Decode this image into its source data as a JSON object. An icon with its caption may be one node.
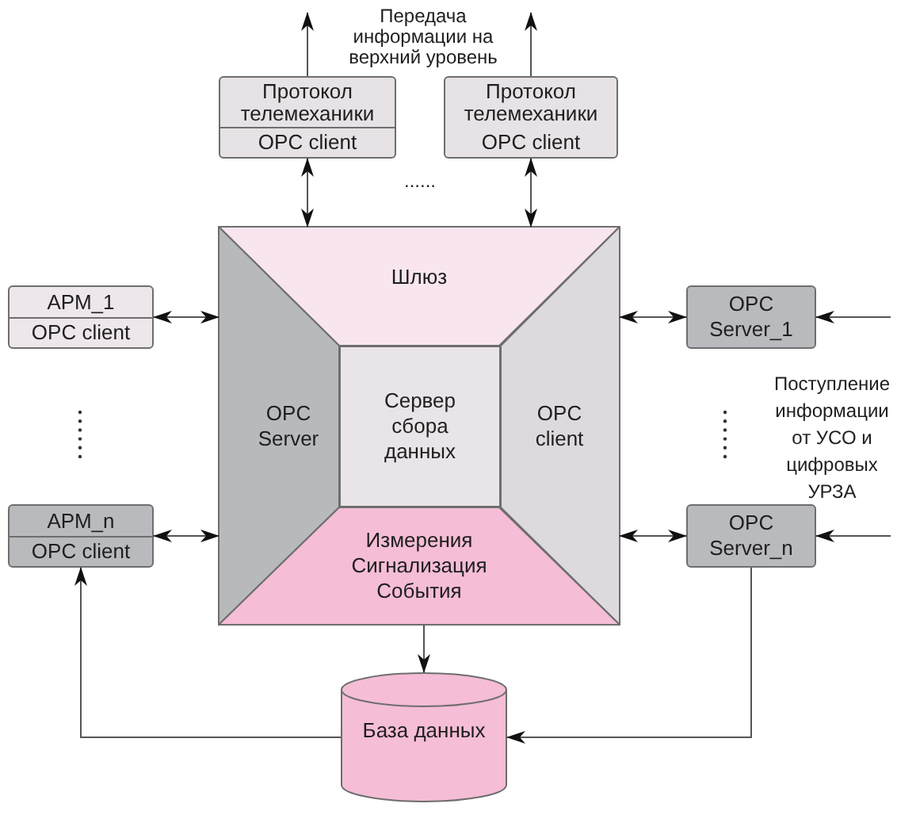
{
  "diagram": {
    "nodes": [
      {
        "text": [
          "Протокол телемеханики",
          "OPC client"
        ]
      },
      {
        "text": [
          "Протокол телемеханики",
          "OPC client"
        ]
      },
      {
        "text": [
          "АРМ_1",
          "OPC client"
        ]
      },
      {
        "text": [
          "АРМ_n",
          "OPC client"
        ]
      },
      {
        "text": [
          "Шлюз"
        ]
      },
      {
        "text": [
          "OPC Server"
        ]
      },
      {
        "text": [
          "Сервер сбора данных"
        ]
      },
      {
        "text": [
          "OPC client"
        ]
      },
      {
        "text": [
          "Измерения Сигнализация События"
        ]
      },
      {
        "text": [
          "OPC Server_1"
        ]
      },
      {
        "text": [
          "OPC Server_n"
        ]
      },
      {
        "text": [
          "База данных"
        ]
      }
    ],
    "edges": [
      {
        "from": 0,
        "to": null,
        "arrow": "to"
      },
      {
        "from": 1,
        "to": null,
        "arrow": "to"
      },
      {
        "from": 0,
        "to": 4,
        "arrow": "both"
      },
      {
        "from": 1,
        "to": 4,
        "arrow": "both"
      },
      {
        "from": 2,
        "to": 5,
        "arrow": "both"
      },
      {
        "from": 3,
        "to": 5,
        "arrow": "both"
      },
      {
        "from": 7,
        "to": 9,
        "arrow": "both"
      },
      {
        "from": 7,
        "to": 10,
        "arrow": "both"
      },
      {
        "from": null,
        "to": 9,
        "arrow": "to"
      },
      {
        "from": null,
        "to": 10,
        "arrow": "to"
      },
      {
        "from": 8,
        "to": 11,
        "arrow": "to"
      },
      {
        "from": 10,
        "to": 11,
        "arrow": "to"
      },
      {
        "from": 11,
        "to": 3,
        "arrow": "to"
      }
    ],
    "labels": [
      "Передача информации на верхний уровень",
      "......",
      "Поступление информации от УСО и цифровых УРЗА"
    ]
  }
}
